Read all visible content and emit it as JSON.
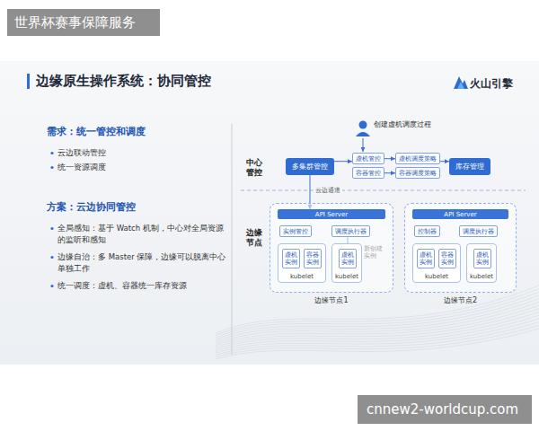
{
  "diagram": {
    "title": "边缘原生操作系统：协同管控",
    "nodes": [
      {
        "text": [
          "多集群管控"
        ]
      },
      {
        "text": [
          "虚机管控"
        ]
      },
      {
        "text": [
          "容器管控"
        ]
      },
      {
        "text": [
          "虚机调度策略"
        ]
      },
      {
        "text": [
          "容器调度策略"
        ]
      },
      {
        "text": [
          "库存管理"
        ]
      },
      {
        "text": [
          "边缘节点1"
        ]
      },
      {
        "text": [
          "API Server"
        ],
        "in": 6
      },
      {
        "text": [
          "实例管控"
        ],
        "in": 6
      },
      {
        "text": [
          "调度执行器"
        ],
        "in": 6
      },
      {
        "text": [
          "kubelet"
        ],
        "in": 6
      },
      {
        "text": [
          "虚机实例"
        ],
        "in": 10
      },
      {
        "text": [
          "容器实例"
        ],
        "in": 10
      },
      {
        "text": [
          "kubelet"
        ],
        "in": 6
      },
      {
        "text": [
          "虚机实例"
        ],
        "in": 13
      },
      {
        "text": [
          "边缘节点2"
        ]
      },
      {
        "text": [
          "API Server"
        ],
        "in": 15
      },
      {
        "text": [
          "控制器"
        ],
        "in": 15
      },
      {
        "text": [
          "调度执行器"
        ],
        "in": 15
      },
      {
        "text": [
          "kubelet"
        ],
        "in": 15
      },
      {
        "text": [
          "虚机实例"
        ],
        "in": 19
      },
      {
        "text": [
          "容器实例"
        ],
        "in": 19
      },
      {
        "text": [
          "kubelet"
        ],
        "in": 15
      },
      {
        "text": [
          "虚机实例"
        ],
        "in": 22
      }
    ],
    "edges": [
      {
        "from": 0,
        "to": 1,
        "arrow": "to"
      },
      {
        "from": 1,
        "to": 3,
        "arrow": "to"
      },
      {
        "from": 2,
        "to": 4,
        "arrow": "to"
      },
      {
        "from": 3,
        "to": 5,
        "arrow": "to"
      },
      {
        "from": 0,
        "to": 7,
        "label": "云边通道",
        "arrow": "to"
      },
      {
        "from": 9,
        "to": 14,
        "arrow": "to"
      }
    ],
    "labels": [
      "世界杯赛事保障服务",
      "火山引擎",
      "需求：统一管控和调度",
      "云边联动管控",
      "统一资源调度",
      "方案：云边协同管控",
      "全局感知：基于 Watch 机制，中心对全局资源的监听和感知",
      "边缘自治：多 Master 保障，边缘可以脱离中心单独工作",
      "统一调度：虚机、容器统一库存资源",
      "创建虚机调度过程",
      "中心管控",
      "边缘节点",
      "新创建实例",
      "cnnew2-worldcup.com"
    ]
  }
}
